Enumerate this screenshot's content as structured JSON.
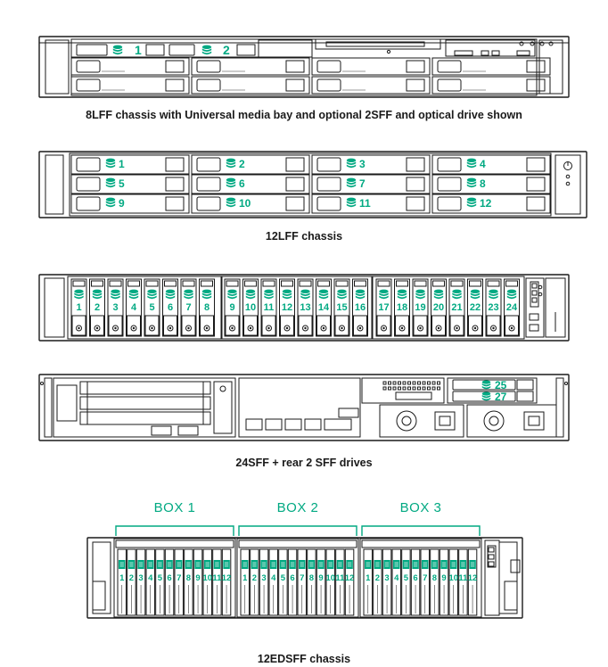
{
  "captions": {
    "c8lff": "8LFF chassis with Universal media bay and optional 2SFF and optical drive shown",
    "c12lff": "12LFF chassis",
    "c24sff": "24SFF + rear 2 SFF drives",
    "c12edsff": "12EDSFF chassis"
  },
  "chassis_8lff": {
    "optional_sff_bays": [
      "1",
      "2"
    ]
  },
  "chassis_12lff": {
    "bays": [
      "1",
      "2",
      "3",
      "4",
      "5",
      "6",
      "7",
      "8",
      "9",
      "10",
      "11",
      "12"
    ]
  },
  "chassis_24sff": {
    "bays": [
      "1",
      "2",
      "3",
      "4",
      "5",
      "6",
      "7",
      "8",
      "9",
      "10",
      "11",
      "12",
      "13",
      "14",
      "15",
      "16",
      "17",
      "18",
      "19",
      "20",
      "21",
      "22",
      "23",
      "24"
    ]
  },
  "rear_sff": {
    "bays": [
      "25",
      "27"
    ]
  },
  "chassis_12edsff": {
    "boxes": [
      {
        "label": "BOX 1",
        "bays": [
          "1",
          "2",
          "3",
          "4",
          "5",
          "6",
          "7",
          "8",
          "9",
          "10",
          "11",
          "12"
        ]
      },
      {
        "label": "BOX 2",
        "bays": [
          "1",
          "2",
          "3",
          "4",
          "5",
          "6",
          "7",
          "8",
          "9",
          "10",
          "11",
          "12"
        ]
      },
      {
        "label": "BOX 3",
        "bays": [
          "1",
          "2",
          "3",
          "4",
          "5",
          "6",
          "7",
          "8",
          "9",
          "10",
          "11",
          "12"
        ]
      }
    ]
  },
  "colors": {
    "accent": "#01a982",
    "line": "#1a1a1a"
  }
}
